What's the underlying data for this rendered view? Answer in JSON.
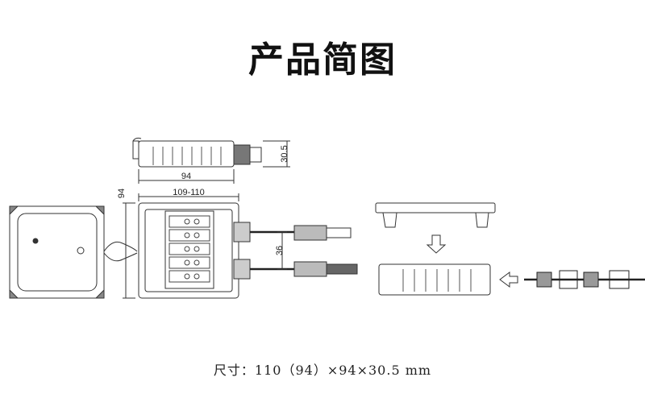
{
  "title": "产品简图",
  "dimension_labels": {
    "width_top": "94",
    "height_top": "30.5",
    "width_main": "109-110",
    "height_main": "94",
    "spacing": "36"
  },
  "caption": "尺寸：110（94）×94×30.5 mm",
  "arrow_icon": "arrow-icon"
}
